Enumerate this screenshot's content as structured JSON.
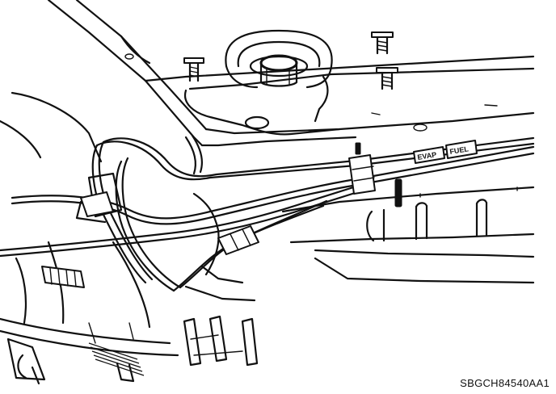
{
  "diagram": {
    "reference_code": "SBGCH84540AA1",
    "tags": [
      {
        "id": "tag-1",
        "text": "EVAP"
      },
      {
        "id": "tag-2",
        "text": "FUEL"
      }
    ]
  }
}
